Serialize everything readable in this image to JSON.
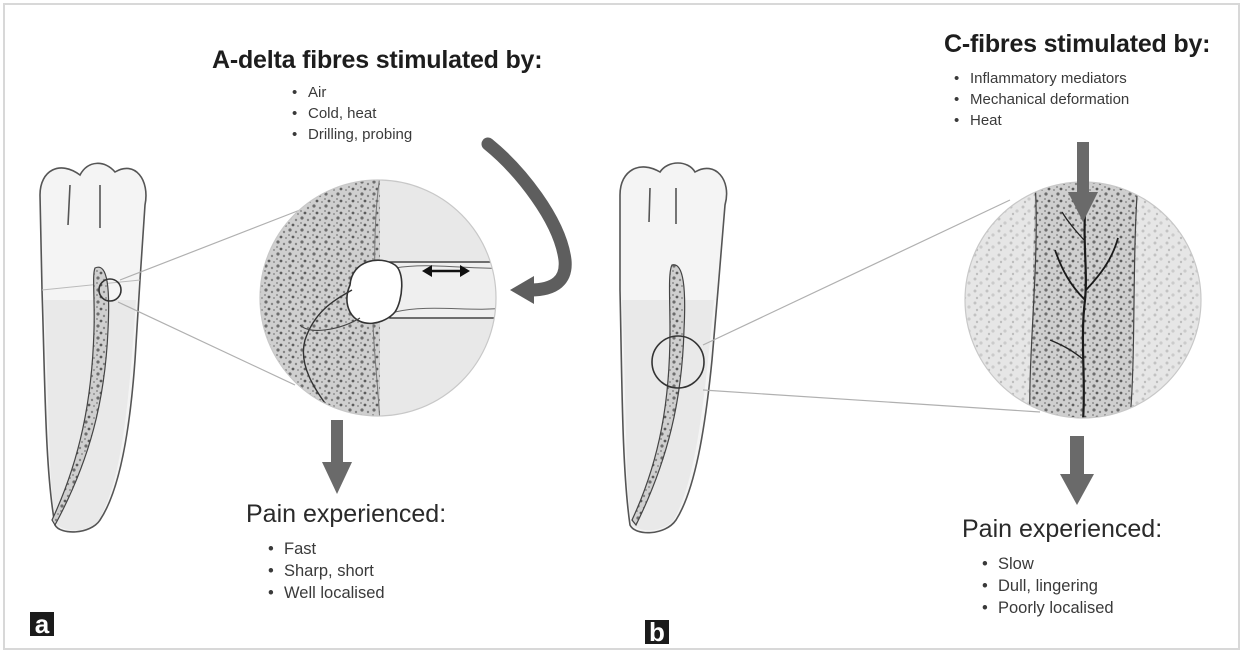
{
  "panel_a": {
    "label": "a",
    "stimulus_heading": "A-delta fibres stimulated by:",
    "stimuli": [
      "Air",
      "Cold, heat",
      "Drilling, probing"
    ],
    "pain_heading": "Pain experienced:",
    "pain": [
      "Fast",
      "Sharp, short",
      "Well localised"
    ]
  },
  "panel_b": {
    "label": "b",
    "stimulus_heading": "C-fibres stimulated by:",
    "stimuli": [
      "Inflammatory mediators",
      "Mechanical deformation",
      "Heat"
    ],
    "pain_heading": "Pain experienced:",
    "pain": [
      "Slow",
      "Dull, lingering",
      "Poorly localised"
    ]
  },
  "icons": [
    "tooth-a-icon",
    "tooth-b-icon",
    "dentine-zoom-icon",
    "pulp-zoom-icon",
    "double-arrow-icon",
    "curved-arrow-icon",
    "down-arrow-icon"
  ],
  "colors": {
    "ink": "#2a2a2a",
    "arrow": "#6a6a6a",
    "tooth_fill": "#f4f4f4",
    "root_fill": "#eeeeee",
    "label_bg": "#1b1b1b"
  }
}
